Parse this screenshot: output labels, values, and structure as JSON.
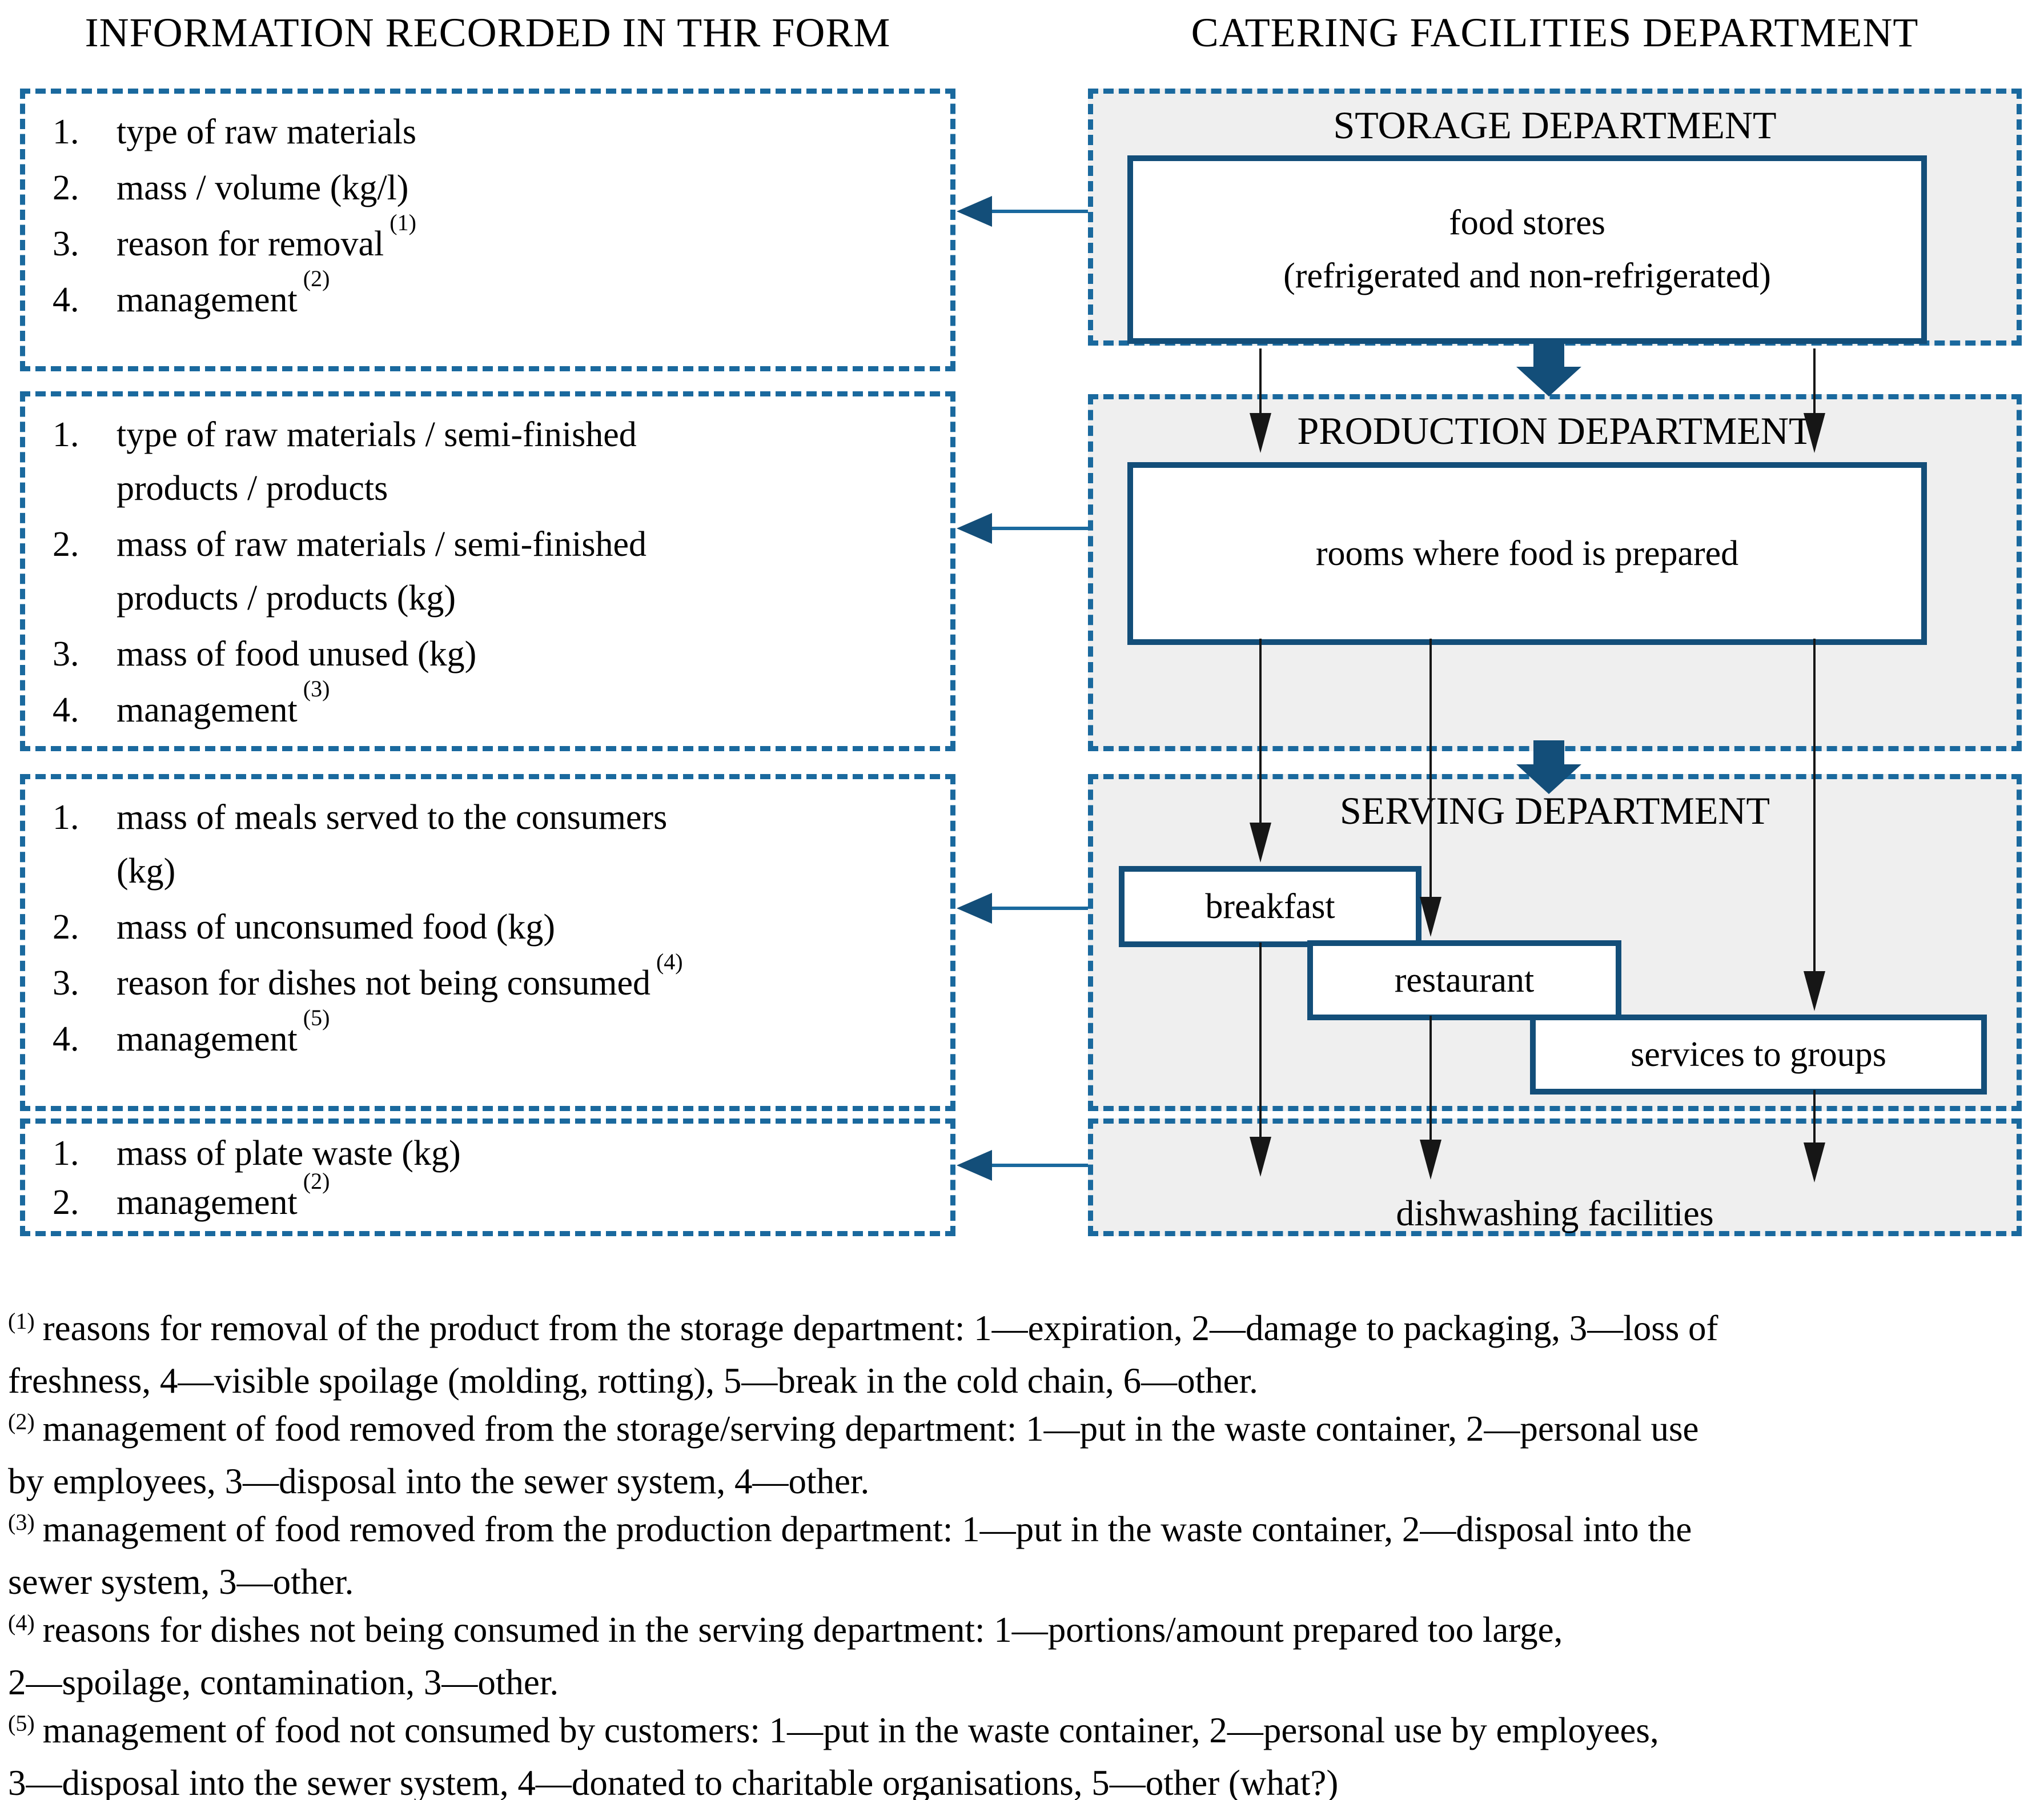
{
  "colors": {
    "border_blue": "#1A699E",
    "dark_blue": "#134E79",
    "line_black": "#161616",
    "section_gray": "#EFEFEF",
    "text_black": "#000000"
  },
  "headers": {
    "left": "INFORMATION RECORDED IN THR FORM",
    "right": "CATERING FACILITIES DEPARTMENT"
  },
  "info_boxes": [
    {
      "items": [
        {
          "num": "1.",
          "text": "type of raw materials",
          "sup": ""
        },
        {
          "num": "2.",
          "text": "mass / volume (kg/l)",
          "sup": ""
        },
        {
          "num": "3.",
          "text": "reason for removal",
          "sup": "(1)"
        },
        {
          "num": "4.",
          "text": "management",
          "sup": "(2)"
        }
      ]
    },
    {
      "items": [
        {
          "num": "1.",
          "text": "type of raw materials / semi-finished\nproducts / products",
          "sup": ""
        },
        {
          "num": "2.",
          "text": "mass of raw materials / semi-finished\nproducts / products (kg)",
          "sup": ""
        },
        {
          "num": "3.",
          "text": "mass of food unused (kg)",
          "sup": ""
        },
        {
          "num": "4.",
          "text": "management",
          "sup": "(3)"
        }
      ]
    },
    {
      "items": [
        {
          "num": "1.",
          "text": "mass of meals served to the consumers\n(kg)",
          "sup": ""
        },
        {
          "num": "2.",
          "text": "mass of unconsumed food (kg)",
          "sup": ""
        },
        {
          "num": "3.",
          "text": "reason for dishes not being consumed",
          "sup": "(4)"
        },
        {
          "num": "4.",
          "text": "management",
          "sup": "(5)"
        }
      ]
    },
    {
      "items": [
        {
          "num": "1.",
          "text": "mass of plate waste (kg)",
          "sup": ""
        },
        {
          "num": "2.",
          "text": "management",
          "sup": "(2)"
        }
      ]
    }
  ],
  "departments": {
    "storage": {
      "title": "STORAGE DEPARTMENT",
      "box": "food stores\n(refrigerated and non-refrigerated)"
    },
    "production": {
      "title": "PRODUCTION DEPARTMENT",
      "box": "rooms where food is prepared"
    },
    "serving": {
      "title": "SERVING DEPARTMENT",
      "boxes": [
        "breakfast",
        "restaurant",
        "services to groups"
      ]
    },
    "dishwashing": {
      "label": "dishwashing facilities"
    }
  },
  "footnotes": [
    {
      "marker": "(1)",
      "text": "reasons for removal of the product from the storage department: 1—expiration, 2—damage to packaging, 3—loss of\nfreshness, 4—visible spoilage (molding, rotting), 5—break in the cold chain, 6—other."
    },
    {
      "marker": "(2)",
      "text": "management of food removed from the storage/serving department: 1—put in the waste container, 2—personal use\nby employees, 3—disposal into the sewer system, 4—other."
    },
    {
      "marker": "(3)",
      "text": "management of food removed from the production department: 1—put in the waste container, 2—disposal into the\nsewer system, 3—other."
    },
    {
      "marker": "(4)",
      "text": "reasons for dishes not being consumed in the serving department: 1—portions/amount prepared too large,\n2—spoilage, contamination, 3—other."
    },
    {
      "marker": "(5)",
      "text": "management of food not consumed by customers: 1—put in the waste container, 2—personal use by employees,\n3—disposal into the sewer system, 4—donated to charitable organisations, 5—other (what?)"
    }
  ]
}
